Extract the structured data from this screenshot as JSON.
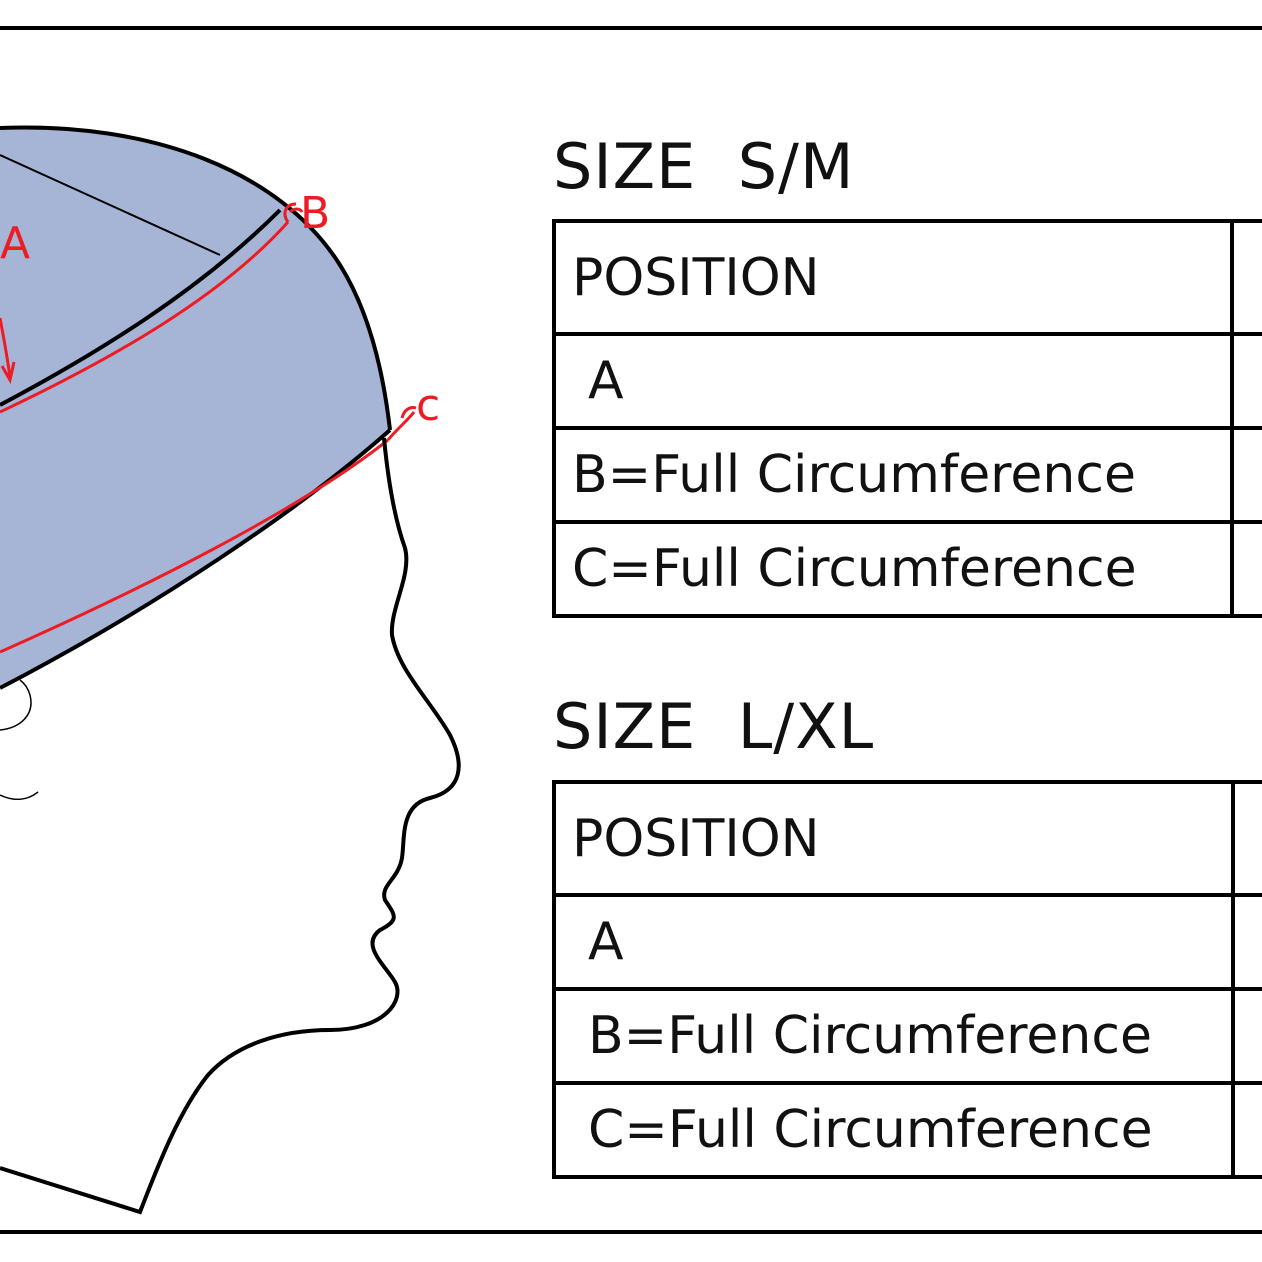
{
  "diagram": {
    "labels": {
      "a": "A",
      "b": "B",
      "c": "c"
    },
    "colors": {
      "cap_fill": "#a6b5d6",
      "measure_line": "#ed1c24",
      "outline": "#000000"
    }
  },
  "sizes": [
    {
      "title": "SIZE  S/M",
      "header": "POSITION",
      "rows": [
        "A",
        "B=Full Circumference",
        "C=Full Circumference"
      ]
    },
    {
      "title": "SIZE  L/XL",
      "header": "POSITION",
      "rows": [
        "A",
        "B=Full Circumference",
        "C=Full Circumference"
      ]
    }
  ]
}
